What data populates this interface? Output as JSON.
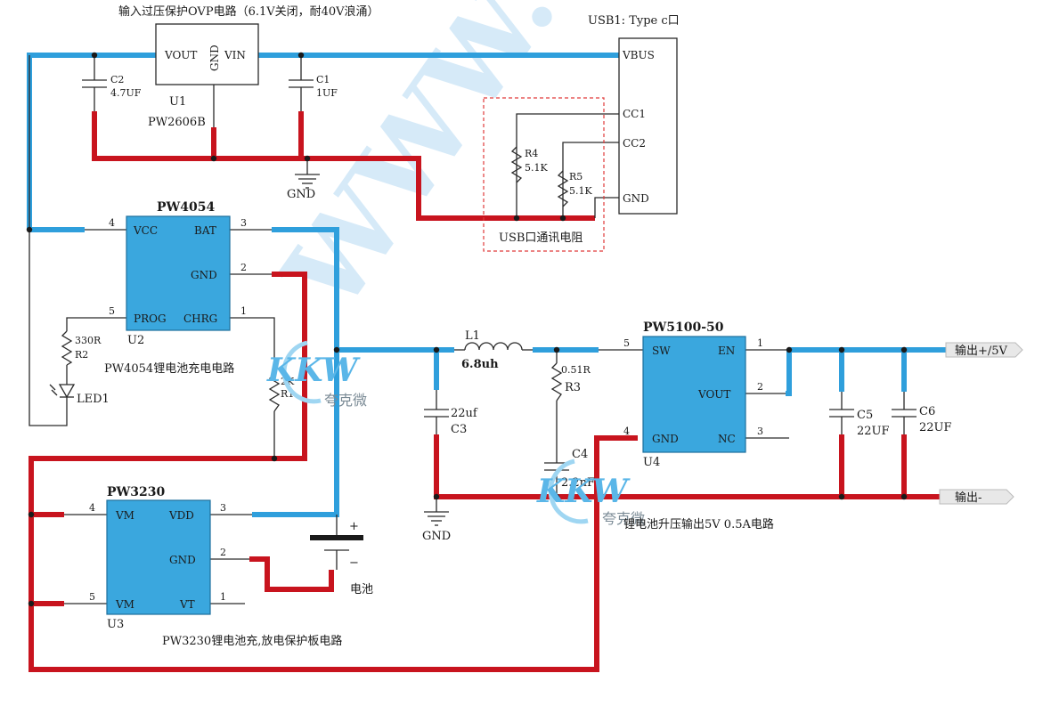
{
  "titles": {
    "ovp": "输入过压保护OVP电路（6.1V关闭，耐40V浪涌）",
    "usb_header": "USB1: Type c口",
    "usb_resistor_note": "USB口通讯电阻",
    "pw4054_caption": "PW4054锂电池充电电路",
    "pw3230_caption": "PW3230锂电池充,放电保护板电路",
    "boost_caption": "锂电池升压输出5V 0.5A电路"
  },
  "u1": {
    "ref": "U1",
    "part": "PW2606B",
    "pins": {
      "vout": "VOUT",
      "gnd": "GND",
      "vin": "VIN"
    }
  },
  "usb1": {
    "pins": {
      "vbus": "VBUS",
      "cc1": "CC1",
      "cc2": "CC2",
      "gnd": "GND"
    }
  },
  "u2": {
    "name": "PW4054",
    "ref": "U2",
    "pins": {
      "vcc": "VCC",
      "bat": "BAT",
      "gnd": "GND",
      "prog": "PROG",
      "chrg": "CHRG"
    },
    "nums": {
      "vcc": "4",
      "bat": "3",
      "gnd": "2",
      "prog": "5",
      "chrg": "1"
    }
  },
  "u3": {
    "name": "PW3230",
    "ref": "U3",
    "pins": {
      "vm1": "VM",
      "vdd": "VDD",
      "gnd": "GND",
      "vm2": "VM",
      "vt": "VT"
    },
    "nums": {
      "vm1": "4",
      "vdd": "3",
      "gnd": "2",
      "vm2": "5",
      "vt": "1"
    }
  },
  "u4": {
    "name": "PW5100-50",
    "ref": "U4",
    "pins": {
      "sw": "SW",
      "en": "EN",
      "vout": "VOUT",
      "gnd": "GND",
      "nc": "NC"
    },
    "nums": {
      "sw": "5",
      "en": "1",
      "vout": "2",
      "gnd": "4",
      "nc": "3"
    }
  },
  "components": {
    "c1": {
      "ref": "C1",
      "value": "1UF"
    },
    "c2": {
      "ref": "C2",
      "value": "4.7UF"
    },
    "c3": {
      "ref": "C3",
      "value": "22uf"
    },
    "c4": {
      "ref": "C4",
      "value": "2.2nF"
    },
    "c5": {
      "ref": "C5",
      "value": "22UF"
    },
    "c6": {
      "ref": "C6",
      "value": "22UF"
    },
    "r1": {
      "ref": "R1",
      "value": "2K"
    },
    "r2": {
      "ref": "R2",
      "value": "330R"
    },
    "r3": {
      "ref": "R3",
      "value": "0.51R"
    },
    "r4": {
      "ref": "R4",
      "value": "5.1K"
    },
    "r5": {
      "ref": "R5",
      "value": "5.1K"
    },
    "l1": {
      "ref": "L1",
      "value": "6.8uh"
    },
    "led1": {
      "ref": "LED1"
    }
  },
  "labels": {
    "gnd_top": "GND",
    "gnd_mid": "GND",
    "battery": "电池",
    "battery_plus": "+",
    "battery_minus": "−",
    "out_plus": "输出+/5V",
    "out_minus": "输出-"
  },
  "watermark": {
    "brand": "KKW",
    "cn_name": "夸克微",
    "site": "WWW."
  },
  "colors": {
    "positive_net": "#2f9fdc",
    "negative_net": "#c8141e",
    "chip_fill": "#3aa7de"
  }
}
